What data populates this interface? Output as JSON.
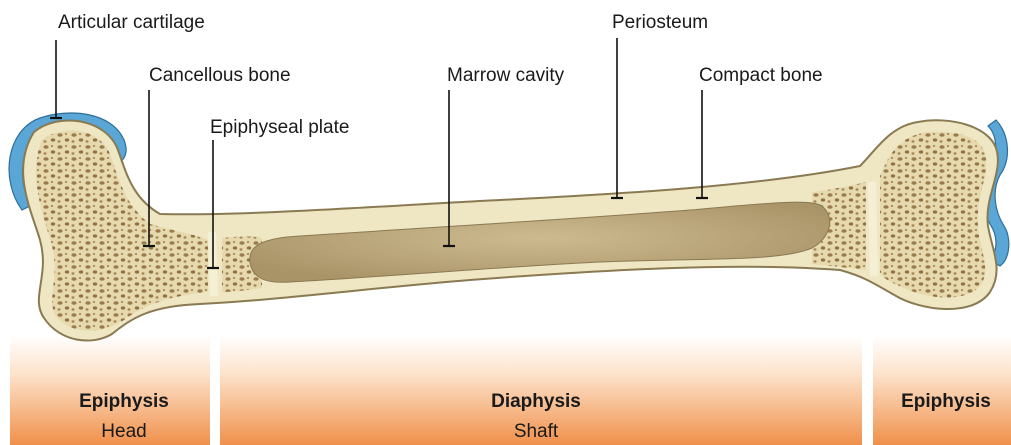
{
  "labels": {
    "articular_cartilage": "Articular cartilage",
    "cancellous_bone": "Cancellous bone",
    "epiphyseal_plate": "Epiphyseal plate",
    "marrow_cavity": "Marrow cavity",
    "periosteum": "Periosteum",
    "compact_bone": "Compact bone"
  },
  "sections": {
    "left": {
      "title": "Epiphysis",
      "subtitle": "Head"
    },
    "middle": {
      "title": "Diaphysis",
      "subtitle": "Shaft"
    },
    "right": {
      "title": "Epiphysis",
      "subtitle": ""
    }
  },
  "colors": {
    "cartilage": "#5aa6d6",
    "bone_outer": "#e9dfb9",
    "bone_spongy": "#d8c999",
    "pore": "#9a7b4c",
    "marrow": "#bca87e",
    "band_top": "#ffffff",
    "band_bottom": "#f0904a"
  }
}
